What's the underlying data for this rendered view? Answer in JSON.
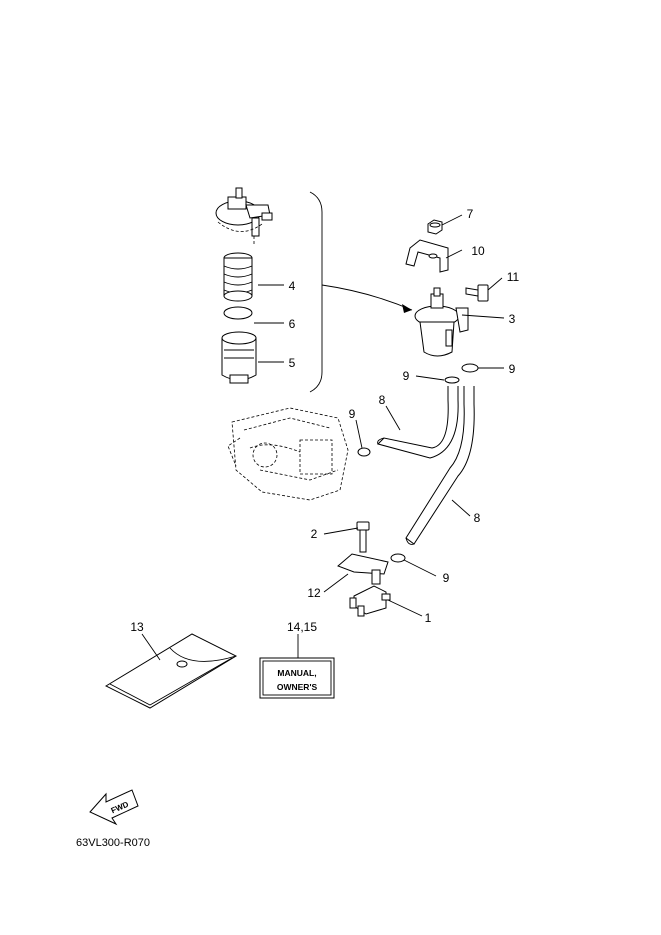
{
  "callouts": {
    "c1": "1",
    "c2": "2",
    "c3": "3",
    "c4": "4",
    "c5": "5",
    "c6": "6",
    "c7": "7",
    "c8a": "8",
    "c8b": "8",
    "c9a": "9",
    "c9b": "9",
    "c9c": "9",
    "c9d": "9",
    "c10": "10",
    "c11": "11",
    "c12": "12",
    "c13": "13",
    "c14": "14,15"
  },
  "manual_card": {
    "line1": "MANUAL,",
    "line2": "OWNER'S"
  },
  "fwd_label": "FWD",
  "diagram_code": "63VL300-R070",
  "icons": [
    "fuel-filter-icon",
    "engine-icon",
    "fuel-joint-icon",
    "forward-arrow-icon"
  ]
}
